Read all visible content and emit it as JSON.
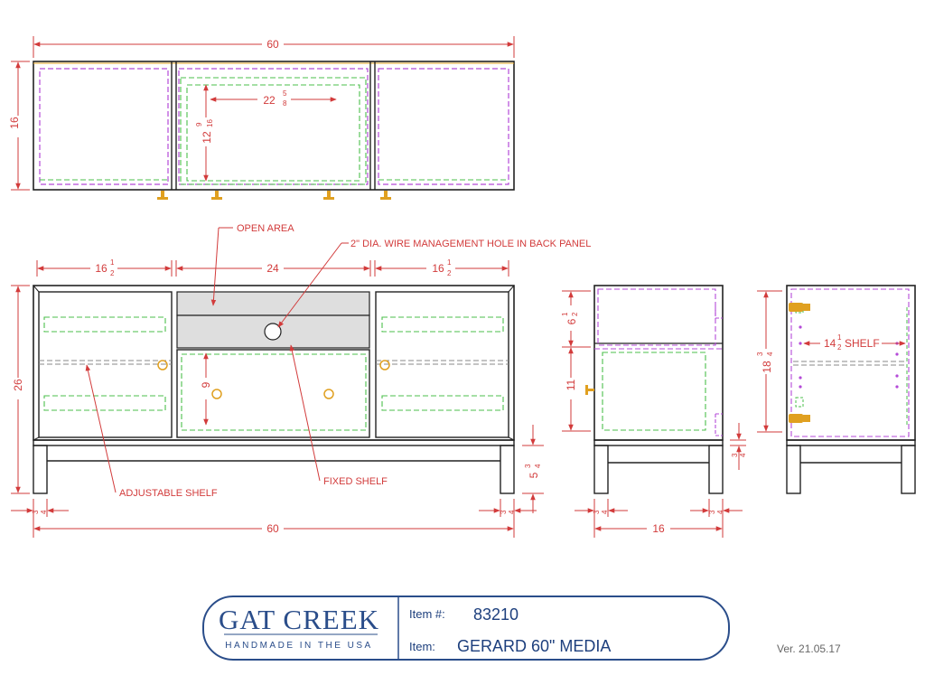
{
  "dimensions": {
    "top_width": "60",
    "top_depth": "16",
    "inner_width_whole": "22",
    "inner_width_num": "5",
    "inner_width_den": "8",
    "inner_depth_whole": "12",
    "inner_depth_num": "9",
    "inner_depth_den": "16",
    "left_section_whole": "16",
    "section_num": "1",
    "section_den": "2",
    "center_section": "24",
    "right_section_whole": "16",
    "height": "26",
    "cubby_height": "9",
    "leg_height_whole": "5",
    "leg_height_num": "3",
    "leg_height_den": "4",
    "leg_inset_num": "3",
    "leg_inset_den": "4",
    "bottom_width": "60",
    "side_upper_whole": "6",
    "side_upper_num": "1",
    "side_upper_den": "2",
    "side_lower": "11",
    "side_rail_num": "3",
    "side_rail_den": "4",
    "side_depth": "16",
    "side_total_whole": "18",
    "side_total_num": "3",
    "side_total_den": "4",
    "shelf_whole": "14",
    "shelf_num": "1",
    "shelf_den": "2",
    "shelf_text": "SHELF"
  },
  "callouts": {
    "open_area": "OPEN AREA",
    "wire_hole": "2\" DIA. WIRE MANAGEMENT HOLE IN BACK PANEL",
    "adjustable_shelf": "ADJUSTABLE SHELF",
    "fixed_shelf": "FIXED SHELF"
  },
  "title_block": {
    "brand": "GAT CREEK",
    "tagline": "HANDMADE IN THE USA",
    "item_number_label": "Item #:",
    "item_number": "83210",
    "item_label": "Item:",
    "item_name": "GERARD 60\" MEDIA"
  },
  "version": "Ver. 21.05.17",
  "colors": {
    "dimension": "#d23b3b",
    "drawer_box": "#b44ad8",
    "shelf": "#4bbf4b",
    "hardware": "#e0a020",
    "outline": "#222222",
    "brand": "#2a4d8a"
  }
}
